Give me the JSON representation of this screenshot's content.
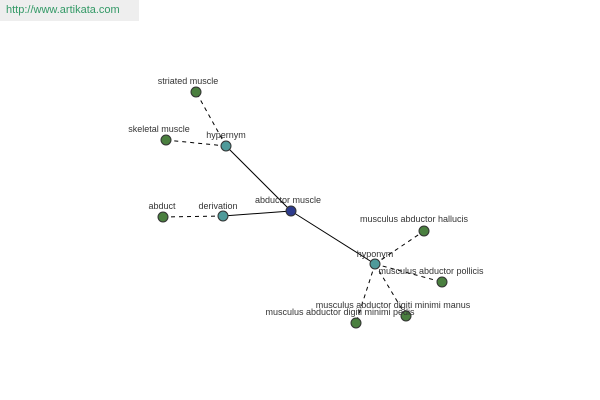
{
  "banner": {
    "url": "http://www.artikata.com"
  },
  "colors": {
    "banner_bg": "#eeeeee",
    "url_text": "#339966",
    "center_node": "#2d3b8c",
    "relation_node": "#4f9a9a",
    "word_node": "#4a7f3f",
    "edge": "#000000",
    "label": "#333333"
  },
  "graph": {
    "nodes": [
      {
        "id": "abductor-muscle",
        "label": "abductor muscle",
        "kind": "center"
      },
      {
        "id": "hypernym",
        "label": "hypernym",
        "kind": "relation"
      },
      {
        "id": "derivation",
        "label": "derivation",
        "kind": "relation"
      },
      {
        "id": "hyponym",
        "label": "hyponym",
        "kind": "relation"
      },
      {
        "id": "striated-muscle",
        "label": "striated muscle",
        "kind": "word"
      },
      {
        "id": "skeletal-muscle",
        "label": "skeletal muscle",
        "kind": "word"
      },
      {
        "id": "abduct",
        "label": "abduct",
        "kind": "word"
      },
      {
        "id": "musculus-abductor-hallucis",
        "label": "musculus abductor hallucis",
        "kind": "word"
      },
      {
        "id": "musculus-abductor-pollicis",
        "label": "musculus abductor pollicis",
        "kind": "word"
      },
      {
        "id": "musculus-abductor-digiti-minimi-manus",
        "label": "musculus abductor digiti minimi manus",
        "kind": "word"
      },
      {
        "id": "musculus-abductor-digiti-minimi-pedis",
        "label": "musculus abductor digiti minimi pedis",
        "kind": "word"
      }
    ],
    "edges": [
      {
        "from": "abductor-muscle",
        "to": "hypernym",
        "style": "solid"
      },
      {
        "from": "abductor-muscle",
        "to": "derivation",
        "style": "solid"
      },
      {
        "from": "abductor-muscle",
        "to": "hyponym",
        "style": "solid"
      },
      {
        "from": "hypernym",
        "to": "striated-muscle",
        "style": "dashed"
      },
      {
        "from": "hypernym",
        "to": "skeletal-muscle",
        "style": "dashed"
      },
      {
        "from": "derivation",
        "to": "abduct",
        "style": "dashed"
      },
      {
        "from": "hyponym",
        "to": "musculus-abductor-hallucis",
        "style": "dashed"
      },
      {
        "from": "hyponym",
        "to": "musculus-abductor-pollicis",
        "style": "dashed"
      },
      {
        "from": "hyponym",
        "to": "musculus-abductor-digiti-minimi-manus",
        "style": "dashed"
      },
      {
        "from": "hyponym",
        "to": "musculus-abductor-digiti-minimi-pedis",
        "style": "dashed"
      }
    ]
  }
}
